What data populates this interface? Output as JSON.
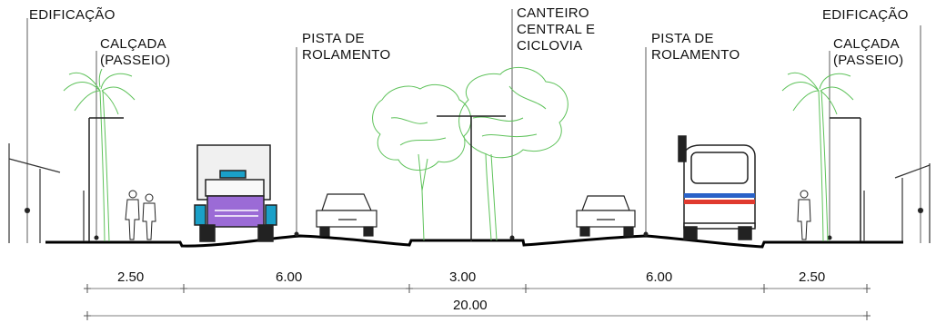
{
  "labels": {
    "edificacao_left": "EDIFICAÇÃO",
    "calcada_left": [
      "CALÇADA",
      "(PASSEIO)"
    ],
    "pista_left": [
      "PISTA DE",
      "ROLAMENTO"
    ],
    "canteiro": [
      "CANTEIRO",
      "CENTRAL E",
      "CICLOVIA"
    ],
    "pista_right": [
      "PISTA DE",
      "ROLAMENTO"
    ],
    "edificacao_right": "EDIFICAÇÃO",
    "calcada_right": [
      "CALÇADA",
      "(PASSEIO)"
    ]
  },
  "dimensions": {
    "segments": [
      "2.50",
      "6.00",
      "3.00",
      "6.00",
      "2.50"
    ],
    "total": "20.00"
  },
  "colors": {
    "vegetation": "#5ec25a",
    "truck_body": "#9b6bd6",
    "truck_accent": "#1aa0c8",
    "van_stripe_red": "#e03a2f",
    "van_stripe_blue": "#2a62c8"
  }
}
